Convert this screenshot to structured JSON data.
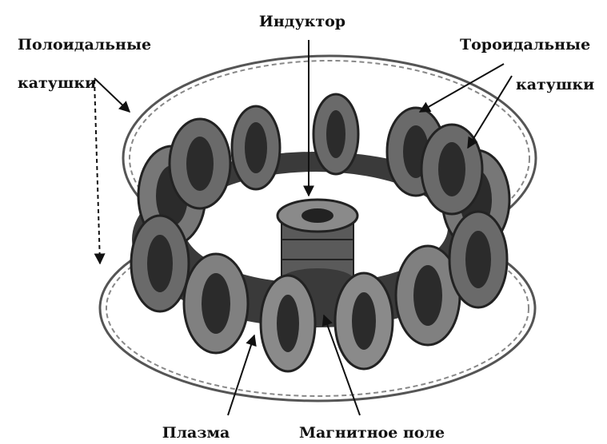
{
  "labels": {
    "top": "Индуктор",
    "left_line1": "Полоидальные",
    "left_line2": "катушки",
    "right_line1": "Тороидальные",
    "right_line2": "катушки",
    "bottom_left": "Плазма",
    "bottom_right": "Магнитное поле"
  },
  "colors": {
    "coil_dark": "#2b2b2b",
    "coil_mid": "#6a6a6a",
    "coil_light": "#9a9a9a",
    "ring": "#555555",
    "background": "#ffffff"
  }
}
